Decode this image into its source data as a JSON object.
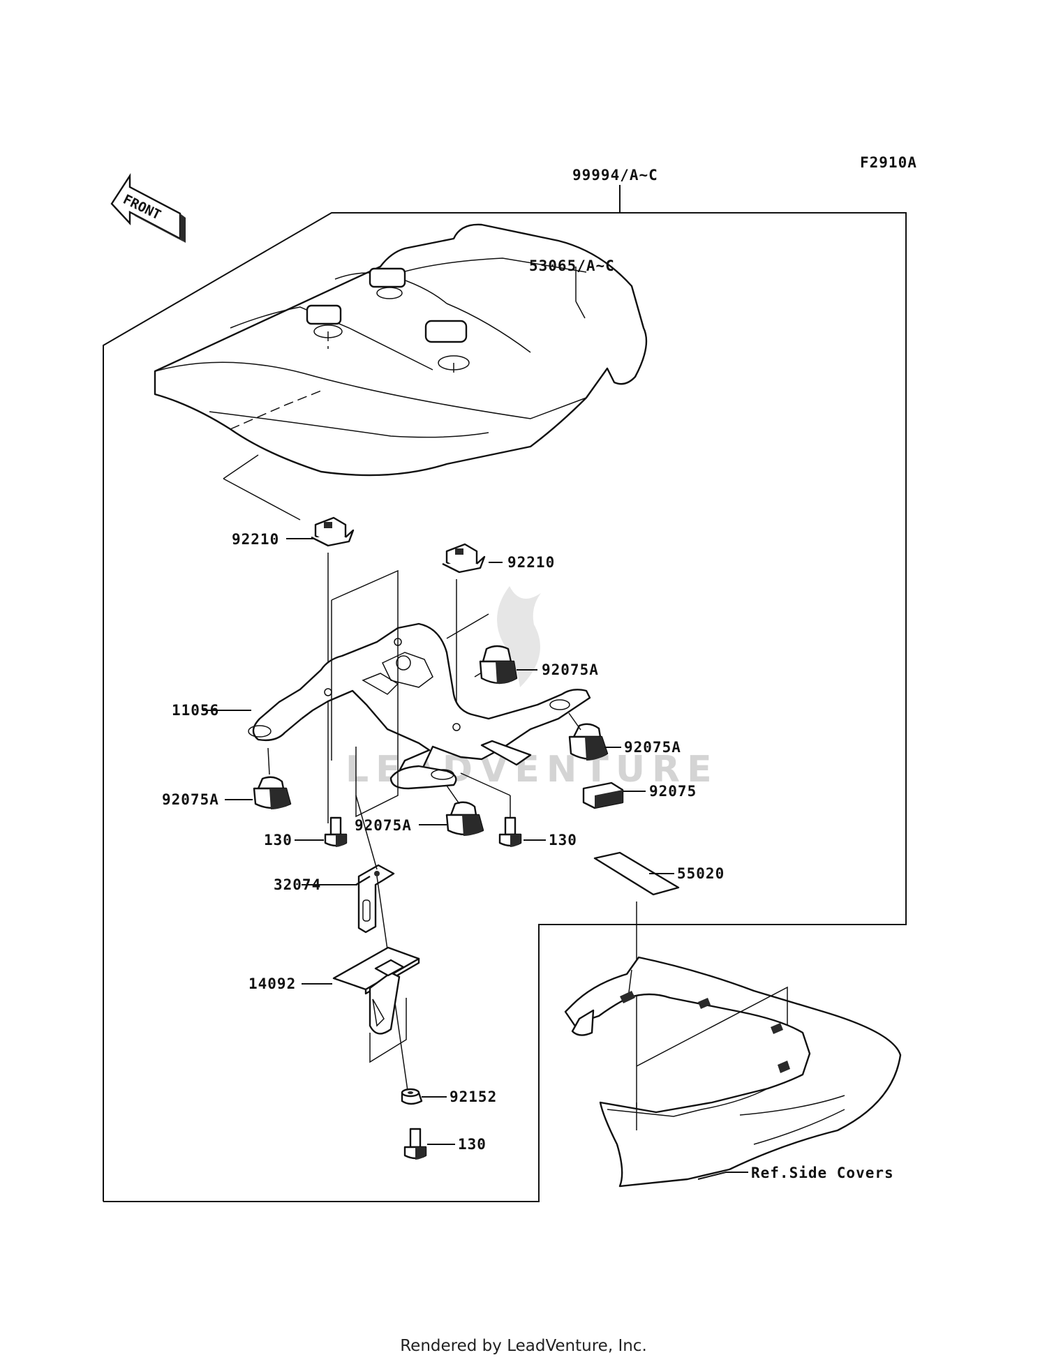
{
  "diagram_id": "F2910A",
  "front_label": "FRONT",
  "watermark": "LEADVENTURE",
  "footer": "Rendered by LeadVenture, Inc.",
  "labels": {
    "assembly": "99994/A~C",
    "seat_cover": "53065/A~C",
    "clip_left": "92210",
    "clip_right": "92210",
    "plate": "11056",
    "damper_upper_right": "92075A",
    "damper_right": "92075A",
    "damper_left": "92075A",
    "damper_center": "92075A",
    "damper_small": "92075",
    "bolt_left": "130",
    "bolt_right": "130",
    "pad": "55020",
    "bracket": "32074",
    "holder": "14092",
    "nut": "92152",
    "bolt_bottom": "130",
    "ref_side_covers": "Ref.Side Covers"
  }
}
